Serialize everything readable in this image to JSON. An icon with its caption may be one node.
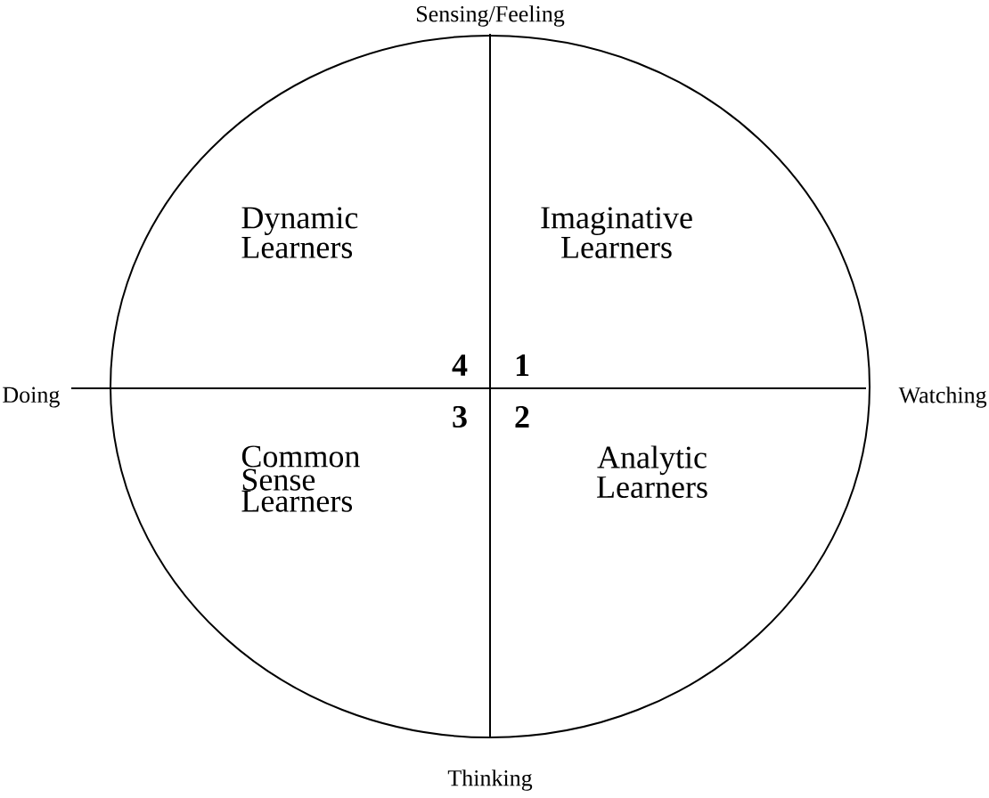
{
  "diagram": {
    "labels": [
      "Sensing/Feeling",
      "Dynamic Learners",
      "Imaginative Learners",
      "Doing",
      "4",
      "1",
      "Watching",
      "3",
      "2",
      "Common Sense Learners",
      "Analytic Learners",
      "Thinking"
    ]
  }
}
